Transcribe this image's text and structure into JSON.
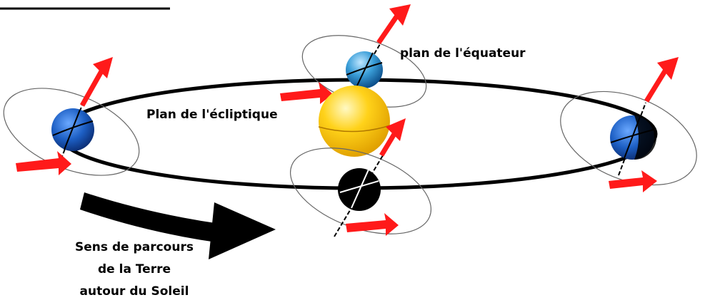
{
  "labels": {
    "equator_plane": "plan de l'équateur",
    "ecliptic_plane": "Plan de l'écliptique",
    "direction_line1": "Sens de parcours",
    "direction_line2": "de la Terre",
    "direction_line3": "autour du Soleil"
  },
  "colors": {
    "sun": "#ffd21a",
    "earth": "#1d5fc4",
    "earth_dark": "#000000",
    "arrow": "#ff1a1a",
    "orbit": "#000000",
    "equator": "#666666"
  }
}
